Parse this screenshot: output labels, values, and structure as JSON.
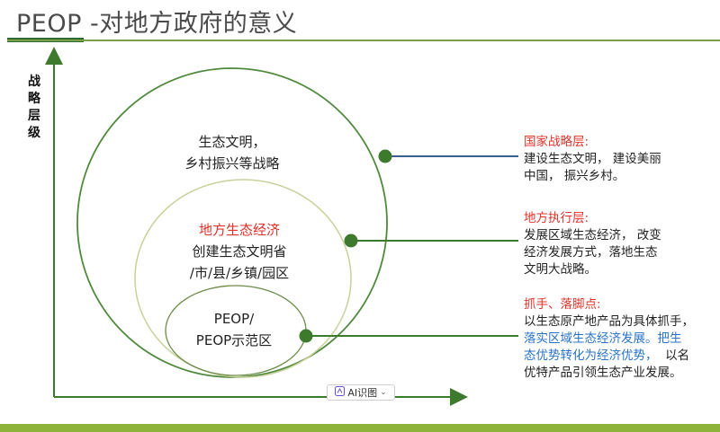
{
  "header": {
    "title": "PEOP -对地方政府的意义"
  },
  "axis": {
    "y_label_chars": [
      "战",
      "略",
      "层",
      "级"
    ]
  },
  "circles": {
    "outer": {
      "lines": [
        "生态文明，",
        "乡村振兴等战略"
      ]
    },
    "middle": {
      "line1": "地方生态经济",
      "line2": "创建生态文明省",
      "line3": "/市/县/乡镇/园区"
    },
    "inner": {
      "lines": [
        "PEOP/",
        "PEOP示范区"
      ]
    }
  },
  "notes": {
    "national": {
      "head": "国家战略层:",
      "body": [
        "建设生态文明， 建设美丽",
        "中国， 振兴乡村。"
      ]
    },
    "local": {
      "head": "地方执行层:",
      "body": [
        "发展区域生态经济， 改变",
        "经济发展方式，落地生态",
        "文明大战略。"
      ]
    },
    "grip": {
      "head": "抓手、落脚点:",
      "line1": "以生态原产地产品为具体抓手，",
      "line2_blue": "落实区域生态经济发展。把生",
      "line3_blue": "态优势转化为经济优势，",
      "line3_black": "  以名",
      "line4": "优特产品引领生态产业发展。"
    }
  },
  "ai_button": {
    "icon": "ai-recognize-icon",
    "label": "AI识图",
    "chevron": "⌄"
  },
  "colors": {
    "accent_green": "#2f6b2f",
    "rule_green": "#7ea04a",
    "red": "#e0312a",
    "blue": "#2a73c8",
    "connector_blue": "#3d5f8f",
    "dot_green": "#3d7a2e"
  }
}
